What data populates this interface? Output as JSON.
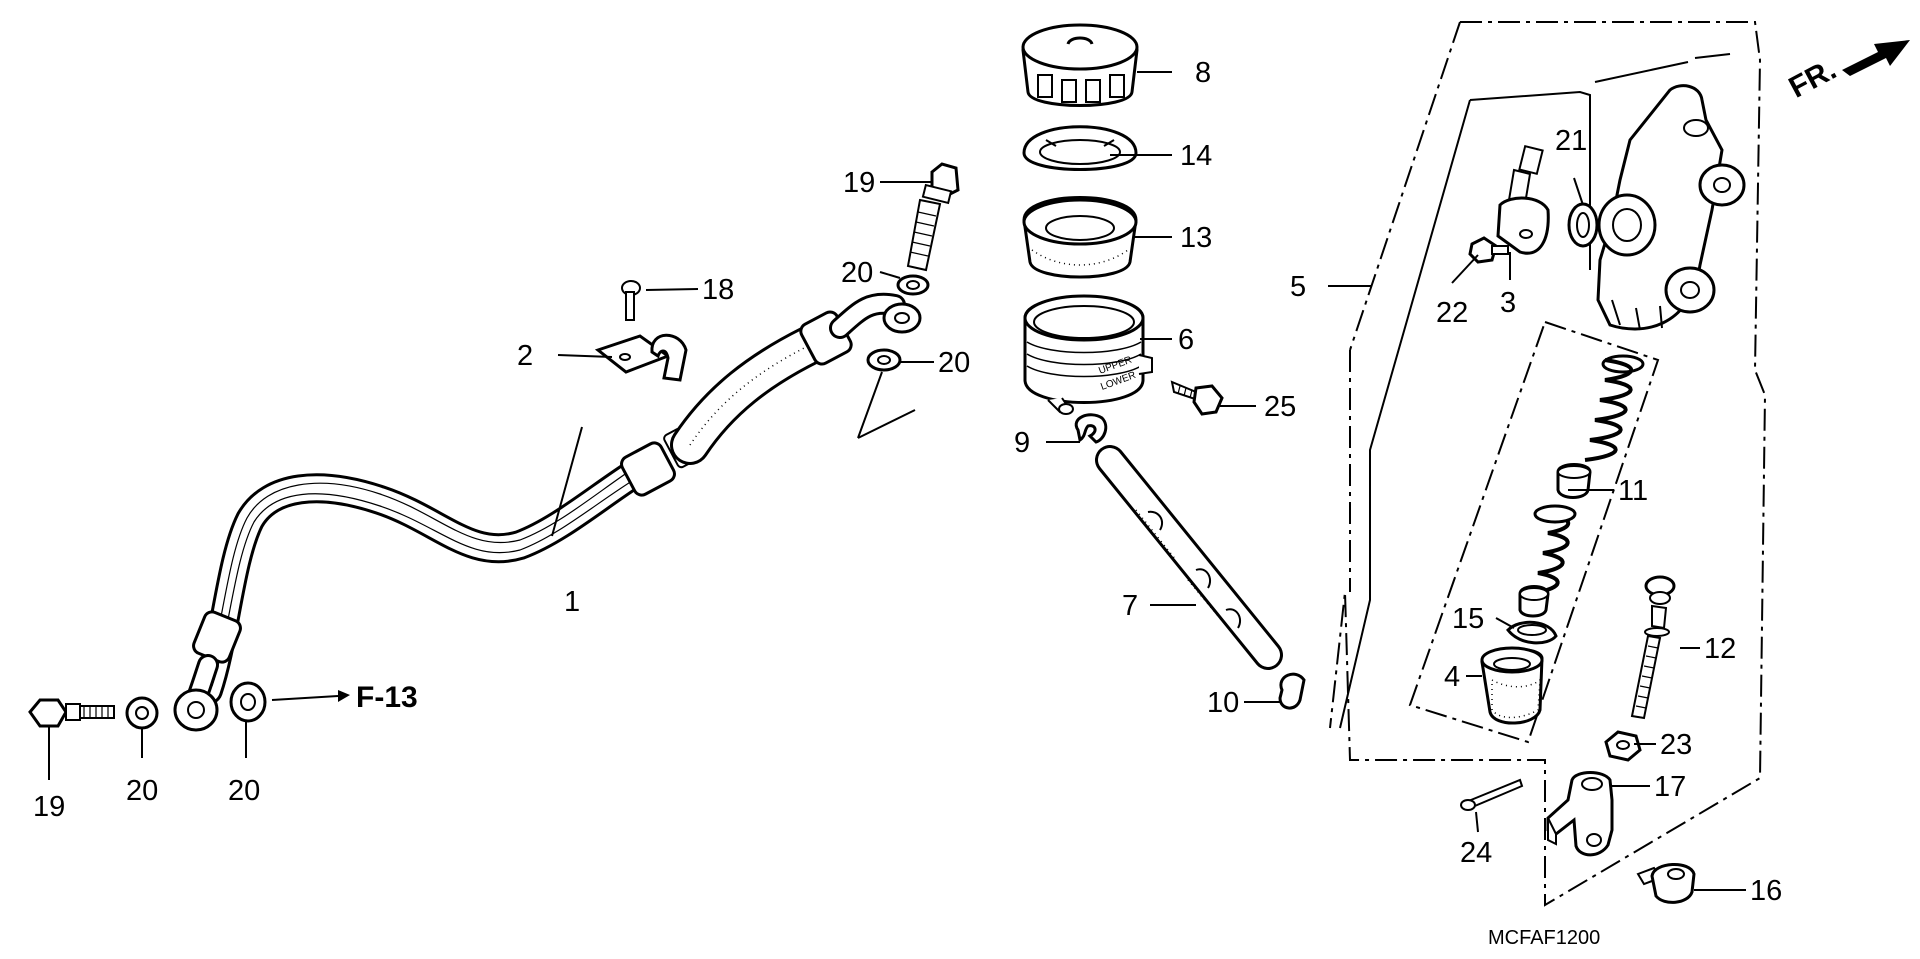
{
  "diagram": {
    "code": "MCFAF1200",
    "direction_label": "FR.",
    "reference": "F-13",
    "parts": {
      "p1": "1",
      "p2": "2",
      "p3": "3",
      "p4": "4",
      "p5": "5",
      "p6": "6",
      "p7": "7",
      "p8": "8",
      "p9": "9",
      "p10": "10",
      "p11": "11",
      "p12": "12",
      "p13": "13",
      "p14": "14",
      "p15": "15",
      "p16": "16",
      "p17": "17",
      "p18": "18",
      "p19a": "19",
      "p19b": "19",
      "p20a": "20",
      "p20b": "20",
      "p20c": "20",
      "p20d": "20",
      "p21": "21",
      "p22": "22",
      "p23": "23",
      "p24": "24",
      "p25": "25"
    }
  }
}
